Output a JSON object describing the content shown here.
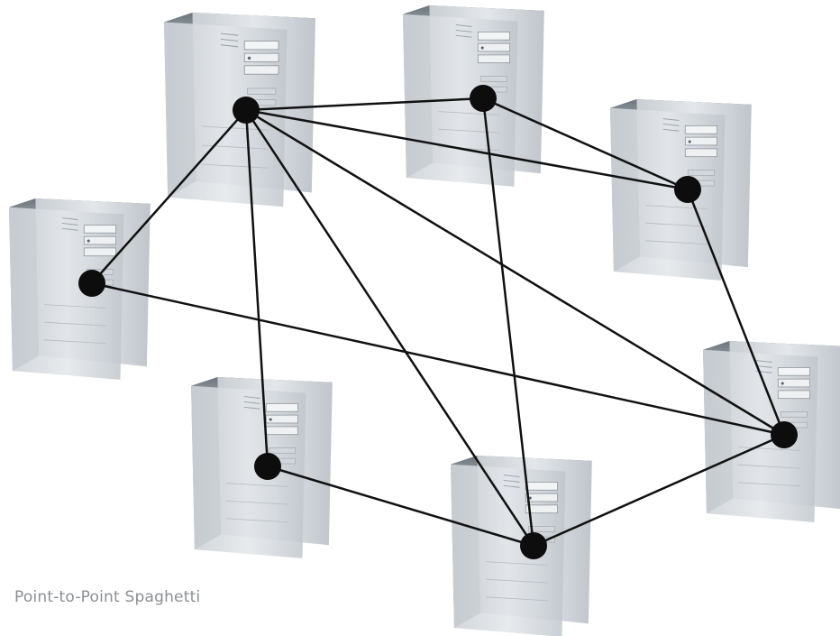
{
  "caption": "Point-to-Point Spaghetti",
  "colors": {
    "line": "#111111",
    "node": "#0d0d0d",
    "case_front": "#d9dde1",
    "case_side": "#a9b0b7",
    "case_top": "#7e868e",
    "caption": "#8c8f93"
  },
  "nodes": [
    {
      "id": "top-left",
      "icon": "computer-tower-icon"
    },
    {
      "id": "top-center",
      "icon": "computer-tower-icon"
    },
    {
      "id": "right-upper",
      "icon": "computer-tower-icon"
    },
    {
      "id": "left",
      "icon": "computer-tower-icon"
    },
    {
      "id": "bottom-left",
      "icon": "computer-tower-icon"
    },
    {
      "id": "bottom-center",
      "icon": "computer-tower-icon"
    },
    {
      "id": "right-lower",
      "icon": "computer-tower-icon"
    }
  ],
  "links": [
    [
      "top-left",
      "top-center"
    ],
    [
      "top-left",
      "right-upper"
    ],
    [
      "top-left",
      "left"
    ],
    [
      "top-left",
      "bottom-left"
    ],
    [
      "top-left",
      "bottom-center"
    ],
    [
      "top-left",
      "right-lower"
    ],
    [
      "top-center",
      "right-upper"
    ],
    [
      "top-center",
      "bottom-center"
    ],
    [
      "right-upper",
      "right-lower"
    ],
    [
      "left",
      "right-lower"
    ],
    [
      "bottom-left",
      "bottom-center"
    ],
    [
      "bottom-center",
      "right-lower"
    ]
  ]
}
